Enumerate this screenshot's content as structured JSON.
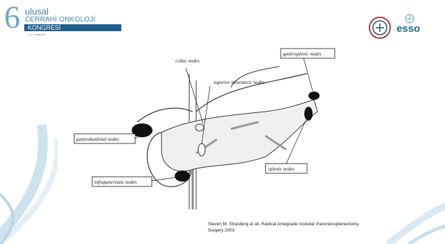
{
  "header": {
    "logo_number": "6",
    "logo_line1": "ulusal",
    "logo_line2": "CERRAHİ ONKOLOJİ",
    "logo_line3": "KONGRESİ",
    "logo_date": "24 – 27 Şubat 20..."
  },
  "partner_logos": {
    "seal_icon": "turkish-surgical-oncology-seal",
    "esso_text": "esso"
  },
  "figure": {
    "labels": {
      "celiac": "celiac nodes",
      "sup_mes": "superior mesenteric nodes",
      "gastrosplenic": "gastrosplenic nodes",
      "gastroduodenal": "gastroduodenal nodes",
      "splenic": "splenic nodes",
      "infrapancreatic": "infrapancreatic nodes"
    }
  },
  "caption": {
    "line1": "Steven M. Strasberg at all. Radical Antegrade modular Pancretosplenectomy.",
    "line2": "Surgery 2003"
  },
  "colors": {
    "brand_blue": "#1f5e8c",
    "accent": "#6aa6c8",
    "esso": "#1d6d8a"
  }
}
